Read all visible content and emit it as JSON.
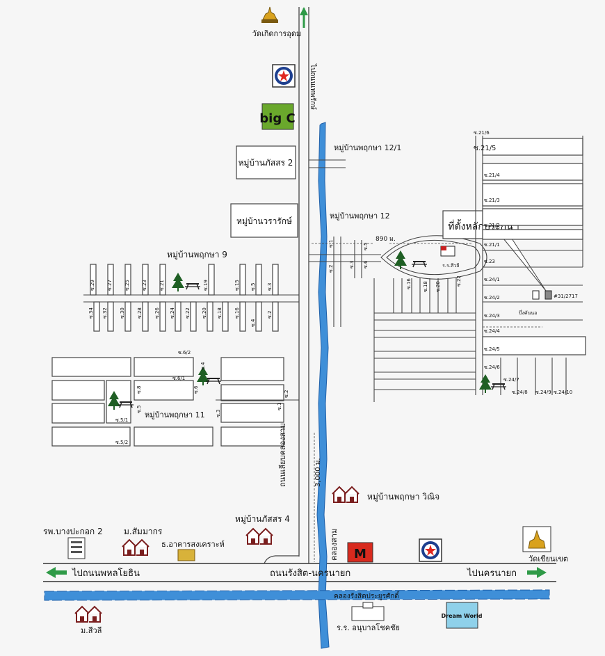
{
  "colors": {
    "canal": "#3f8fd8",
    "canal_edge": "#1f5fa8",
    "road": "#444444",
    "arrow": "#2f9a47",
    "background": "#f6f6f6"
  },
  "labels": {
    "temple_north": "วัดเกิดการอุดม",
    "road_north": "ไปถนนเทพรักษ์",
    "moo_phat_2": "หมู่บ้านภัสสร 2",
    "moo_wararak": "หมู่บ้านวรารักษ์",
    "moo_phruksa_12_1": "หมู่บ้านพฤกษา 12/1",
    "moo_phruksa_12": "หมู่บ้านพฤกษา 12",
    "moo_phruksa_9": "หมู่บ้านพฤกษา 9",
    "moo_phruksa_11": "หมู่บ้านพฤกษา 11",
    "moo_phruksa_vinit": "หมู่บ้านพฤกษา วิณิจ",
    "moo_phat_4": "หมู่บ้านภัสสร 4",
    "landmark_box": "ที่ตั้งหลักประกัน",
    "dist_890": "890 ม.",
    "dist_3000": "3,000 ม.",
    "school_small": "ร.ร.สีวลี",
    "road_khlongsam_side": "ถนนเลียบคลองสาม",
    "khlong_sam": "คลองสาม",
    "hospital": "รพ.บางปะกอก 2",
    "moo_sammakorn": "ม.สัมมากร",
    "bank": "ธ.อาคารสงเคราะห์",
    "temple_east": "วัดเขียนเขต",
    "main_road": "ถนนรังสิต-นครนายก",
    "to_west": "ไปถนนพหลโยธิน",
    "to_east": "ไปนครนายก",
    "canal_south": "คลองรังสิตประยูรศักดิ์",
    "moo_siwali": "ม.สีวลี",
    "school_south": "ร.ร. อนุบาลโชคชัย",
    "dream_world": "Dream World",
    "big_c": "big C",
    "mcdonalds": "M",
    "property_no": "#31/2717",
    "khlong_label_small": "บึ่งคันนอ",
    "soi_east": [
      "ซ.21/6",
      "ซ.21/5",
      "ซ.21/4",
      "ซ.21/3",
      "ซ.21/2",
      "ซ.21/1",
      "ซ.23",
      "ซ.24/1",
      "ซ.24/2",
      "ซ.24/3",
      "ซ.24/4",
      "ซ.24/5",
      "ซ.24/6",
      "ซ.24/7",
      "ซ.24/8",
      "ซ.24/9",
      "ซ.24/10"
    ],
    "soi_p12": [
      "ซ.1",
      "ซ.2",
      "ซ.3",
      "ซ.5",
      "ซ.6",
      "ซ.16",
      "ซ.18",
      "ซ.20",
      "ซ.22"
    ],
    "soi_p9_top": [
      "ซ.29",
      "ซ.27",
      "ซ.25",
      "ซ.23",
      "ซ.21",
      "ซ.19",
      "ซ.15",
      "ซ.5",
      "ซ.3"
    ],
    "soi_p9_bottom": [
      "ซ.34",
      "ซ.32",
      "ซ.30",
      "ซ.28",
      "ซ.26",
      "ซ.24",
      "ซ.22",
      "ซ.20",
      "ซ.18",
      "ซ.16",
      "ซ.4",
      "ซ.2"
    ],
    "soi_p11": [
      "ซ.6/2",
      "ซ.6/1",
      "ซ.8",
      "ซ.6",
      "ซ.4",
      "ซ.2",
      "ซ.3",
      "ซ.5",
      "ซ.1",
      "ซ.5/1",
      "ซ.5/2"
    ]
  }
}
